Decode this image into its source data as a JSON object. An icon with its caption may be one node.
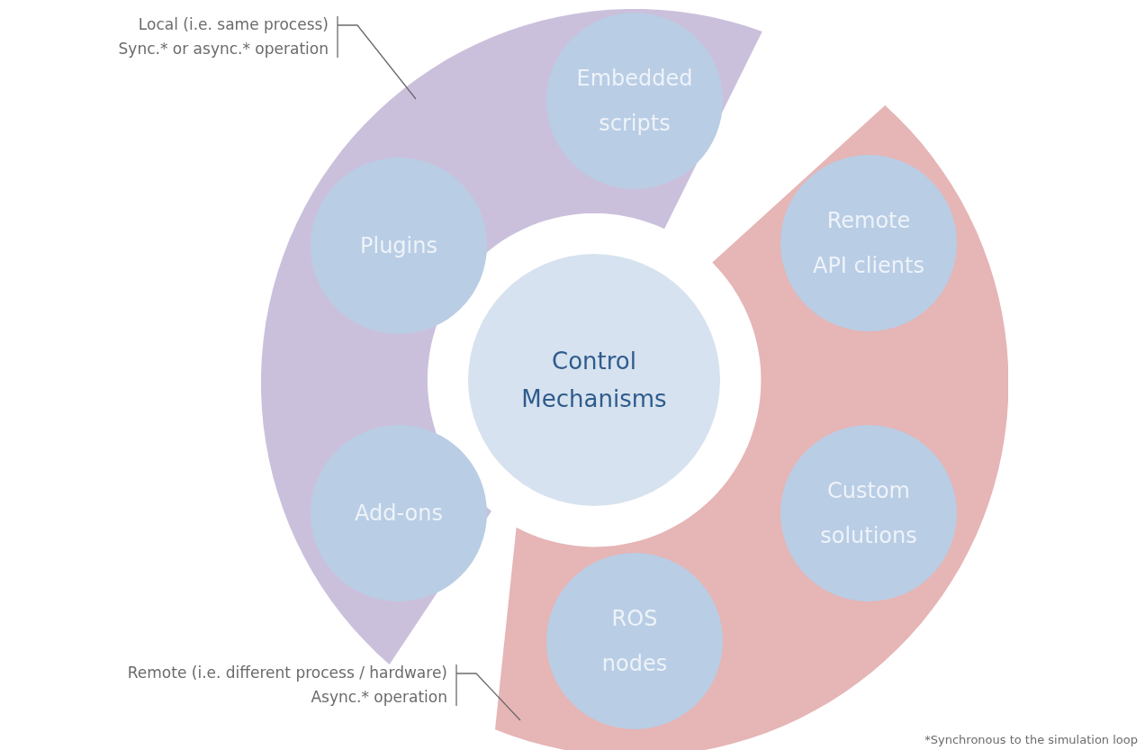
{
  "diagram": {
    "nodes": [
      {
        "text": [
          "Local (i.e. same process)",
          "Sync.* or async.* operation"
        ]
      },
      {
        "text": [],
        "shape": "band"
      },
      {
        "text": [
          "Embedded scripts"
        ],
        "in": 1
      },
      {
        "text": [
          "Plugins"
        ],
        "in": 1
      },
      {
        "text": [
          "Add-ons"
        ],
        "in": 1
      },
      {
        "text": [
          "Control Mechanisms"
        ]
      },
      {
        "text": [],
        "shape": "band"
      },
      {
        "text": [
          "Remote API clients"
        ],
        "in": 6
      },
      {
        "text": [
          "Custom solutions"
        ],
        "in": 6
      },
      {
        "text": [
          "ROS nodes"
        ],
        "in": 6
      },
      {
        "text": [
          "Remote (i.e. different process / hardware)",
          "Async.* operation"
        ]
      }
    ],
    "edges": [
      {
        "from": 0,
        "to": 1,
        "arrow": "none"
      },
      {
        "from": 10,
        "to": 6,
        "arrow": "none"
      }
    ],
    "labels": [
      "*Synchronous to the simulation loop"
    ]
  }
}
